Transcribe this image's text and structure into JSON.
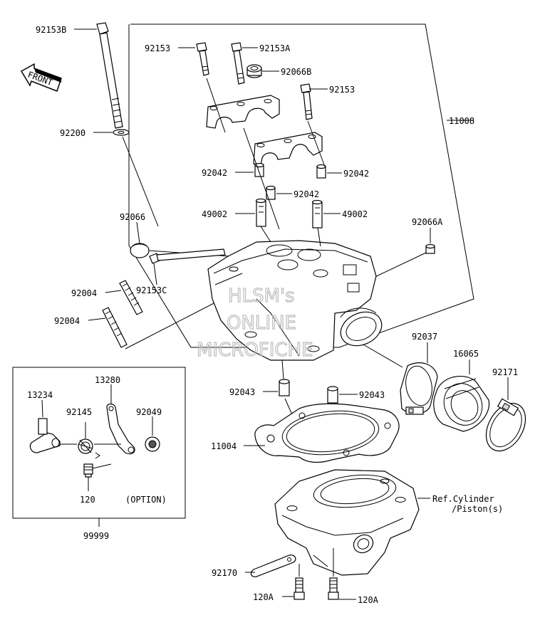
{
  "labels": {
    "l_92153B": "92153B",
    "l_92153_top": "92153",
    "l_92153A": "92153A",
    "l_92066B": "92066B",
    "l_92153_mid": "92153",
    "l_11008": "11008",
    "l_92200": "92200",
    "l_92042_left": "92042",
    "l_92042_right": "92042",
    "l_92042_center": "92042",
    "l_49002_left": "49002",
    "l_49002_right": "49002",
    "l_92066": "92066",
    "l_92066A": "92066A",
    "l_92153C": "92153C",
    "l_92004_top": "92004",
    "l_92004_bottom": "92004",
    "l_92037": "92037",
    "l_16065": "16065",
    "l_92171": "92171",
    "l_13280": "13280",
    "l_13234": "13234",
    "l_92145": "92145",
    "l_92049": "92049",
    "l_120": "120",
    "l_option": "(OPTION)",
    "l_99999": "99999",
    "l_92043_left": "92043",
    "l_92043_right": "92043",
    "l_11004": "11004",
    "l_ref1": "Ref.Cylinder",
    "l_ref2": "/Piston(s)",
    "l_92170": "92170",
    "l_120A_left": "120A",
    "l_120A_right": "120A"
  },
  "front_arrow": {
    "text": "FRONT"
  },
  "watermark": {
    "line1": "HLSM's",
    "line2": "ONLINE",
    "line3": "MICROFICHE"
  },
  "icons": {
    "front_arrow": "front-arrow-icon"
  }
}
